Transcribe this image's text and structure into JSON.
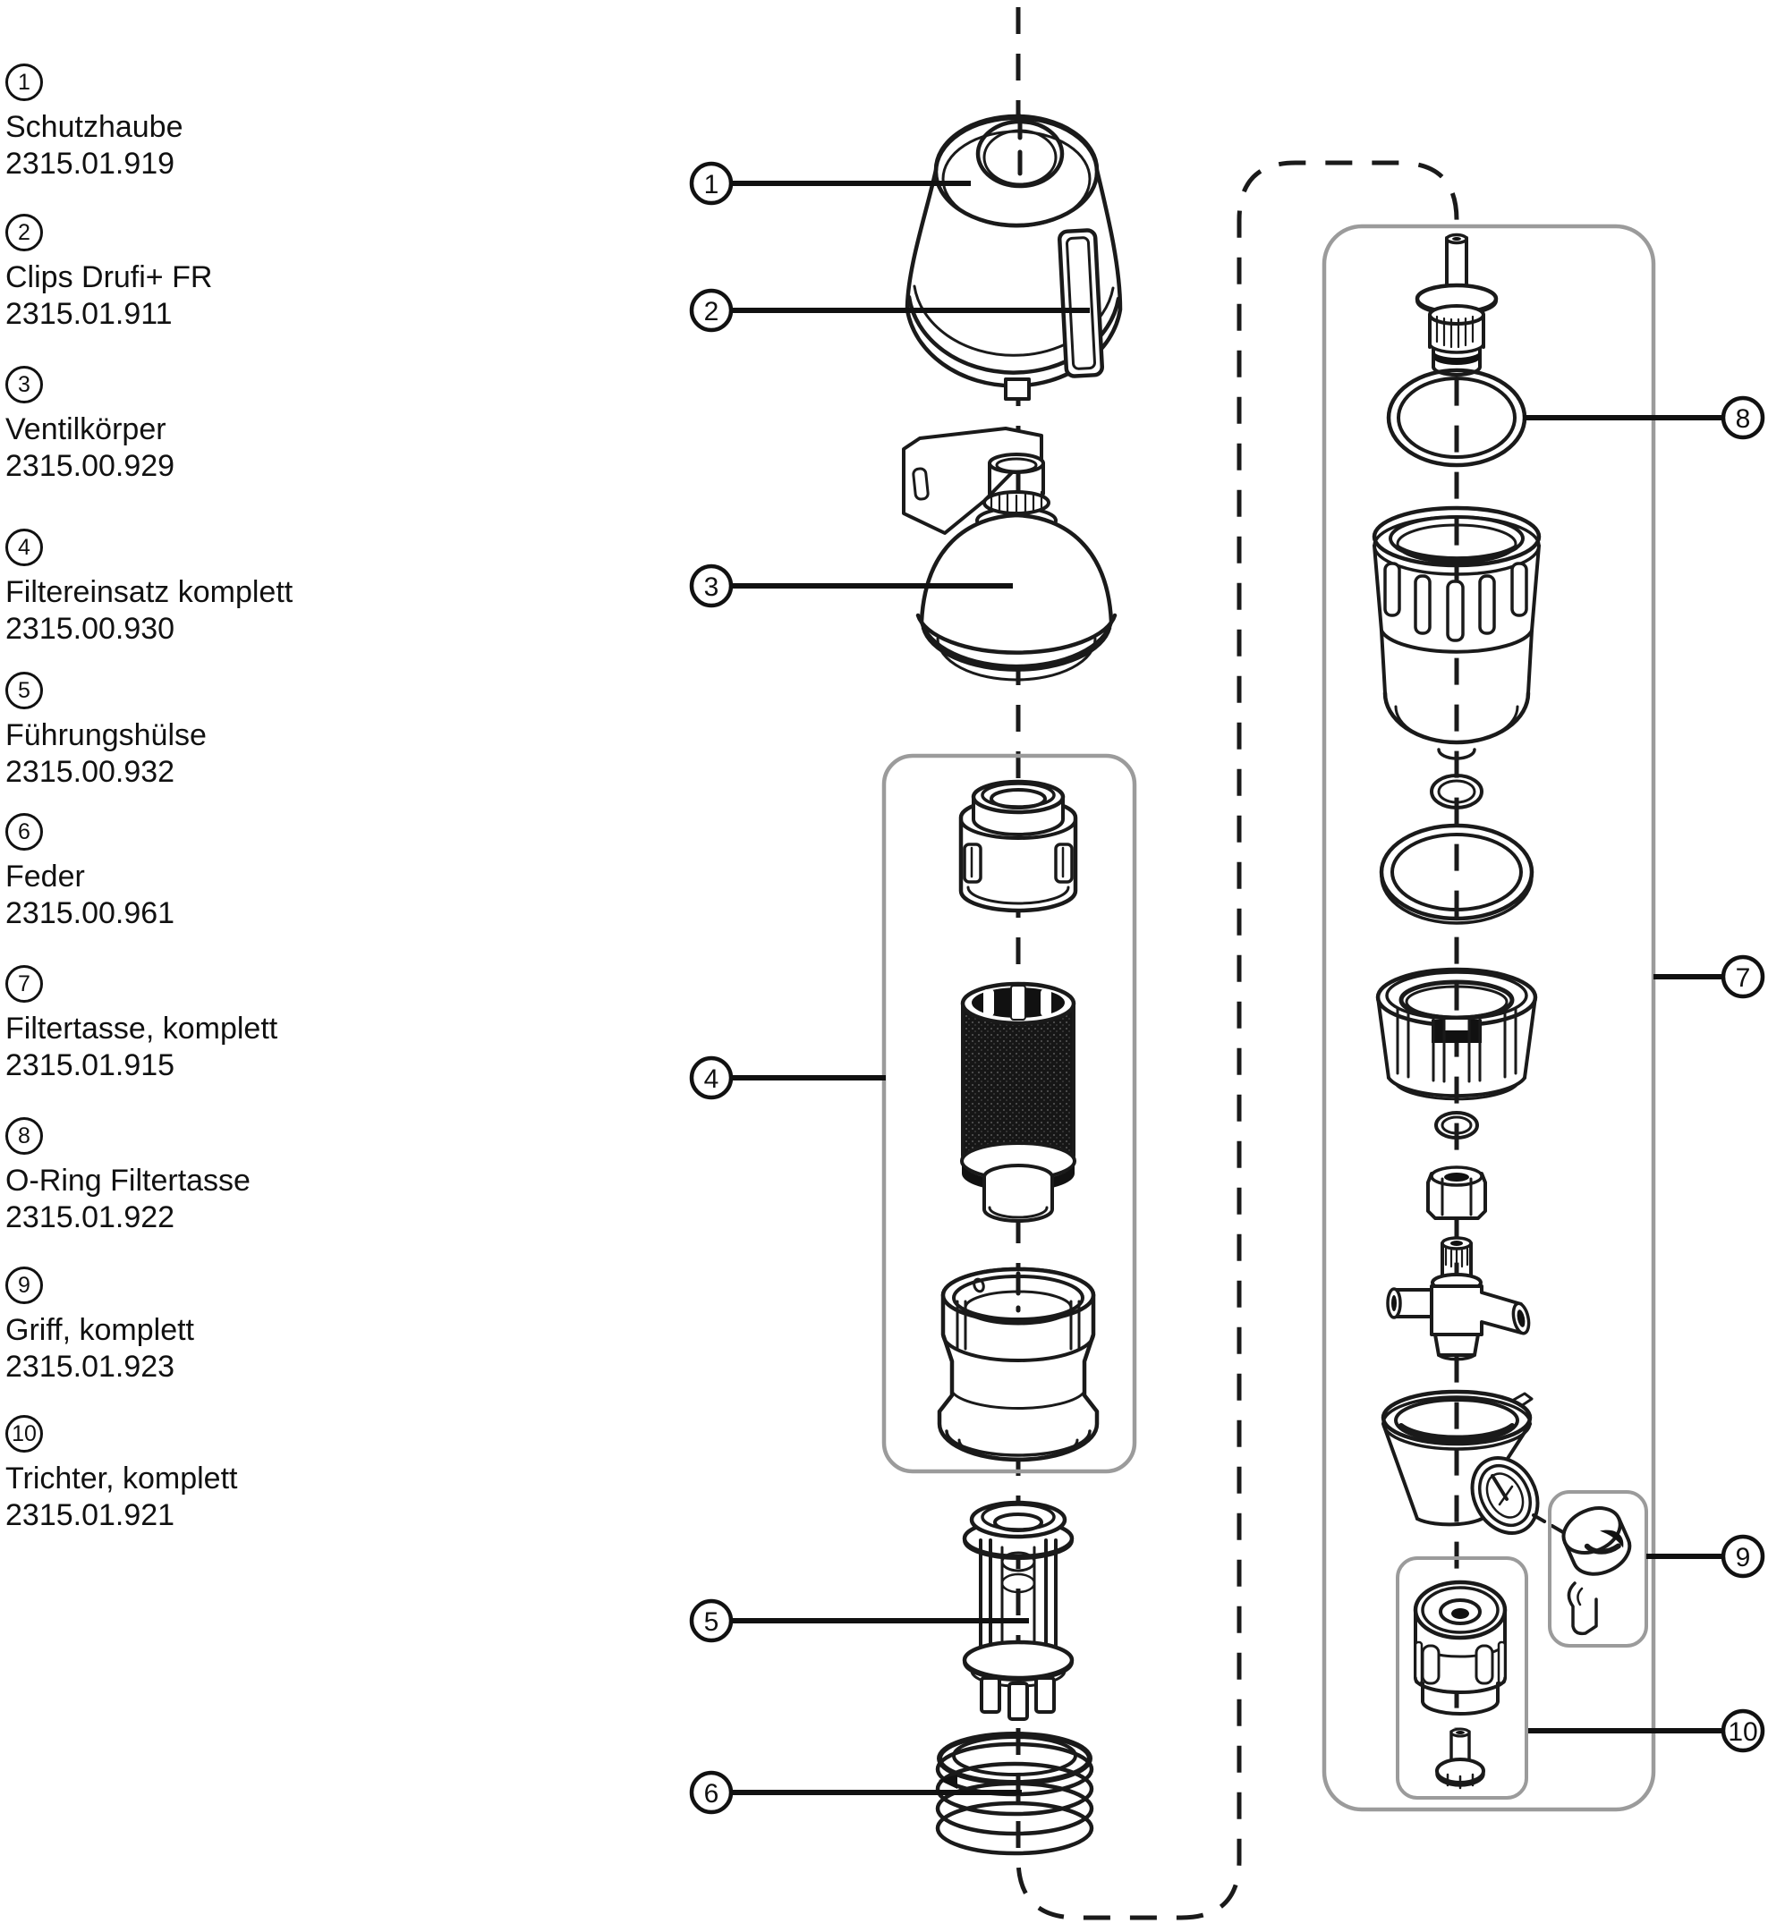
{
  "page": {
    "background": "#ffffff",
    "line_color": "#1a1a1a",
    "group_box_color": "#9b9b9b"
  },
  "legend": {
    "items": [
      {
        "num": "1",
        "name": "Schutzhaube",
        "part_no": "2315.01.919"
      },
      {
        "num": "2",
        "name": "Clips Drufi+ FR",
        "part_no": "2315.01.911"
      },
      {
        "num": "3",
        "name": "Ventilkörper",
        "part_no": "2315.00.929"
      },
      {
        "num": "4",
        "name": "Filtereinsatz komplett",
        "part_no": "2315.00.930"
      },
      {
        "num": "5",
        "name": "Führungshülse",
        "part_no": "2315.00.932"
      },
      {
        "num": "6",
        "name": "Feder",
        "part_no": "2315.00.961"
      },
      {
        "num": "7",
        "name": "Filtertasse, komplett",
        "part_no": "2315.01.915"
      },
      {
        "num": "8",
        "name": "O-Ring Filtertasse",
        "part_no": "2315.01.922"
      },
      {
        "num": "9",
        "name": "Griff, komplett",
        "part_no": "2315.01.923"
      },
      {
        "num": "10",
        "name": "Trichter, komplett",
        "part_no": "2315.01.921"
      }
    ]
  }
}
